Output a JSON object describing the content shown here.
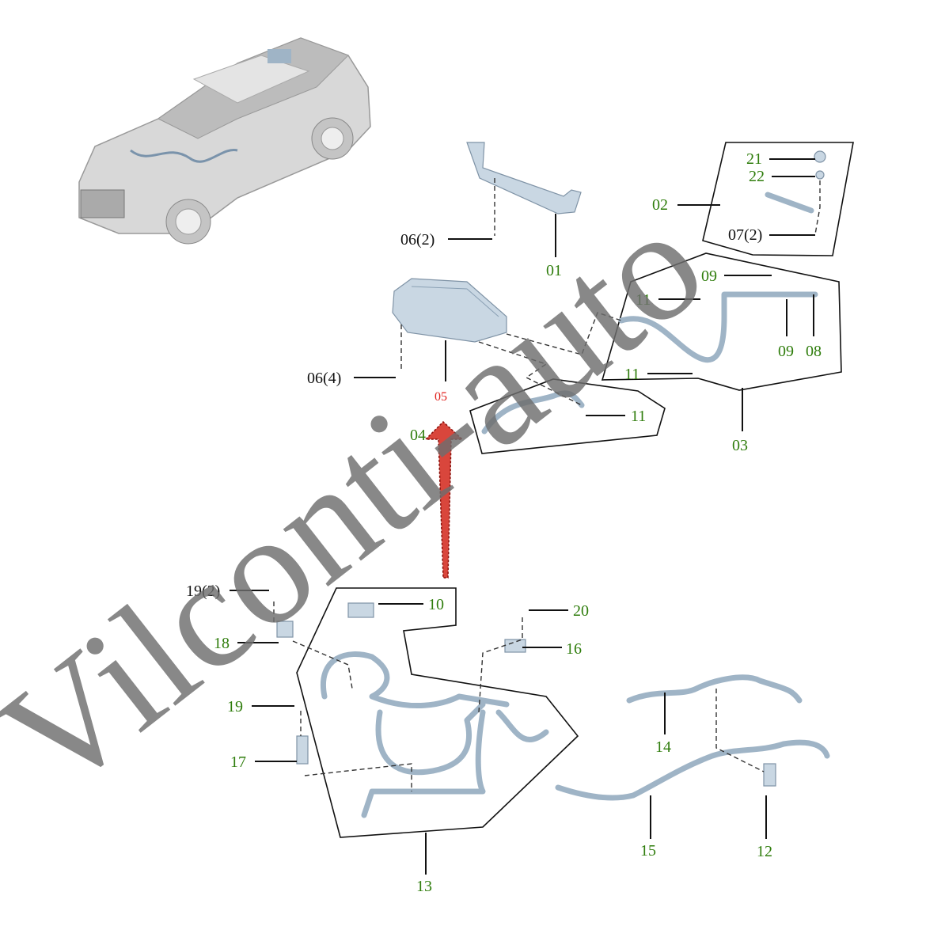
{
  "diagram": {
    "watermark": "Vilconti-auto",
    "colors": {
      "label_green": "#2f7d0c",
      "label_black": "#111111",
      "label_red": "#e0201c",
      "part": "#c9d7e3",
      "watermark": "#6e6e6e"
    },
    "labels": {
      "p21": "21",
      "p22": "22",
      "p02": "02",
      "p07": "07(2)",
      "p06a": "06(2)",
      "p01": "01",
      "p09a": "09",
      "p11a": "11",
      "p09b": "09",
      "p08": "08",
      "p11b": "11",
      "p06b": "06(4)",
      "p05": "05",
      "p11c": "11",
      "p04": "04",
      "p03": "03",
      "p19a": "19(2)",
      "p10": "10",
      "p20": "20",
      "p18": "18",
      "p16": "16",
      "p19b": "19",
      "p17": "17",
      "p14": "14",
      "p13": "13",
      "p15": "15",
      "p12": "12"
    }
  }
}
